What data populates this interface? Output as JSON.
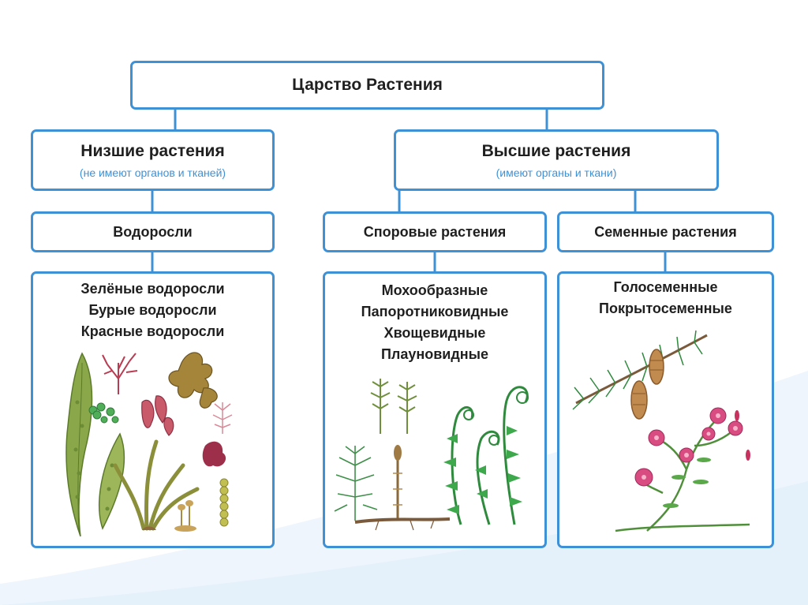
{
  "root": {
    "title": "Царство Растения"
  },
  "lower": {
    "title": "Низшие растения",
    "subtitle": "(не имеют органов и тканей)",
    "group": {
      "label": "Водоросли",
      "items": [
        "Зелёные водоросли",
        "Бурые водоросли",
        "Красные водоросли"
      ]
    }
  },
  "higher": {
    "title": "Высшие растения",
    "subtitle": "(имеют органы и ткани)",
    "spore": {
      "label": "Споровые растения",
      "items": [
        "Мохообразные",
        "Папоротниковидные",
        "Хвощевидные",
        "Плауновидные"
      ]
    },
    "seed": {
      "label": "Семенные растения",
      "items": [
        "Голосеменные",
        "Покрытосеменные"
      ]
    }
  },
  "colors": {
    "border": "#3f91d6",
    "subtitle": "#3f91d6",
    "text": "#1f1f1f"
  },
  "icons": [
    "algae-illustration",
    "moss-fern-horsetail-illustration",
    "pine-branch-flower-illustration"
  ]
}
